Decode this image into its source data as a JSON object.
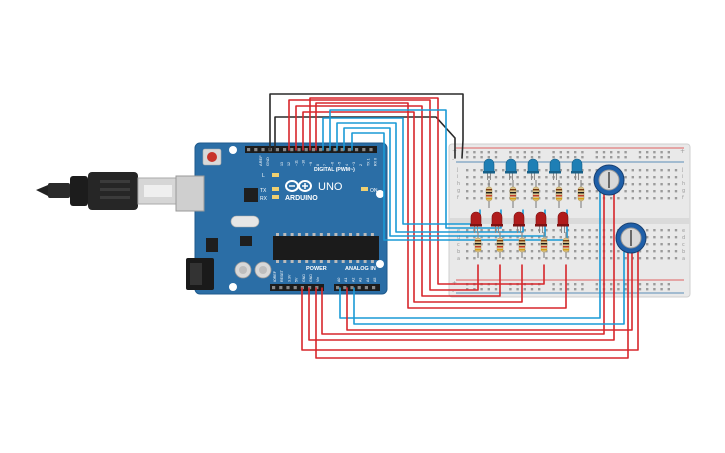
{
  "board": {
    "brand": "ARDUINO",
    "model": "UNO",
    "digital_label": "DIGITAL (PWM~)",
    "power_label": "POWER",
    "analog_label": "ANALOG IN",
    "on_label": "ON",
    "l_label": "L",
    "tx_label": "TX",
    "rx_label": "RX",
    "aref_label": "AREF",
    "gnd_label": "GND",
    "digital_pins": [
      "13",
      "12",
      "~11",
      "~10",
      "~9",
      "8",
      "7",
      "~6",
      "~5",
      "4",
      "~3",
      "2",
      "TX 1",
      "RX 0"
    ],
    "power_pins": [
      "IOREF",
      "RESET",
      "3.3V",
      "5V",
      "GND",
      "GND",
      "Vin"
    ],
    "analog_pins": [
      "A0",
      "A1",
      "A2",
      "A3",
      "A4",
      "A5"
    ]
  },
  "breadboard": {
    "row_letters_top": [
      "j",
      "i",
      "h",
      "g",
      "f"
    ],
    "row_letters_bottom": [
      "e",
      "d",
      "c",
      "b",
      "a"
    ],
    "plus": "+",
    "minus": "-"
  },
  "colors": {
    "board": "#2b6ea6",
    "wire_red": "#d7262b",
    "wire_blue": "#1a9ad6",
    "wire_black": "#2a2a2a",
    "led_blue": "#1e7fb5",
    "led_red": "#b01c1c",
    "pot": "#1f5fa8"
  },
  "parts": {
    "blue_leds": 5,
    "red_leds": 5,
    "resistors": 10,
    "potentiometers": 2,
    "cable": "usb-b-cable"
  }
}
